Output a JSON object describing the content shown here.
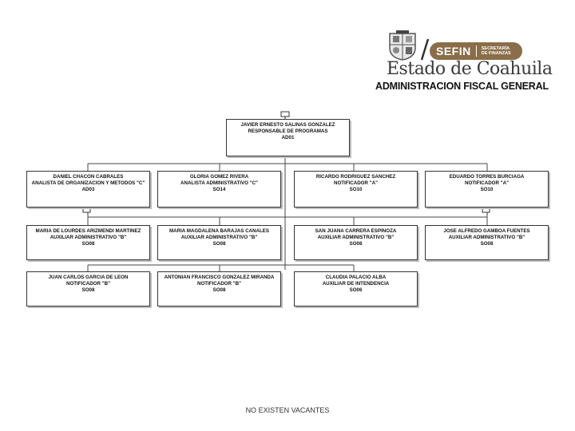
{
  "header": {
    "brand": "SEFIN",
    "brand_sub_1": "SECRETARÍA",
    "brand_sub_2": "DE FINANZAS",
    "state": "Estado de Coahuila",
    "agency": "ADMINISTRACION FISCAL GENERAL"
  },
  "colors": {
    "brand": "#8a6e49",
    "box_border": "#333333"
  },
  "org": {
    "root": {
      "name": "JAVIER ERNESTO SALINAS GONZALEZ",
      "title": "RESPONSABLE DE PROGRAMAS",
      "code": "AD01"
    },
    "row1": [
      {
        "name": "DANIEL CHACON CABRALES",
        "title": "ANALISTA DE ORGANIZACION Y METODOS \"C\"",
        "code": "AD03"
      },
      {
        "name": "GLORIA GOMEZ RIVERA",
        "title": "ANALISTA ADMINISTRATIVO \"C\"",
        "code": "SO14"
      },
      {
        "name": "RICARDO RODRIGUEZ SANCHEZ",
        "title": "NOTIFICADOR \"A\"",
        "code": "SO10"
      },
      {
        "name": "EDUARDO TORRES BURCIAGA",
        "title": "NOTIFICADOR \"A\"",
        "code": "SO10"
      }
    ],
    "row2": [
      {
        "name": "MARIA DE LOURDES ARIZMENDI MARTINEZ",
        "title": "AUXILIAR ADMINISTRATIVO \"B\"",
        "code": "SO08"
      },
      {
        "name": "MARIA MAGDALENA BARAJAS CANALES",
        "title": "AUXILIAR ADMINISTRATIVO \"B\"",
        "code": "SO08"
      },
      {
        "name": "SAN JUANA CARRERA ESPINOZA",
        "title": "AUXILIAR ADMINISTRATIVO \"B\"",
        "code": "SO08"
      },
      {
        "name": "JOSE ALFREDO GAMBOA FUENTES",
        "title": "AUXILIAR ADMINISTRATIVO \"B\"",
        "code": "SO08"
      }
    ],
    "row3": [
      {
        "name": "JUAN CARLOS GARCIA DE LEON",
        "title": "NOTIFICADOR \"B\"",
        "code": "SO08"
      },
      {
        "name": "ANTONIAN FRANCISCO GONZALEZ MIRANDA",
        "title": "NOTIFICADOR \"B\"",
        "code": "SO08"
      },
      {
        "name": "CLAUDIA PALACIO ALBA",
        "title": "AUXILIAR DE INTENDENCIA",
        "code": "SO06"
      }
    ]
  },
  "footer": {
    "note": "NO EXISTEN VACANTES"
  }
}
